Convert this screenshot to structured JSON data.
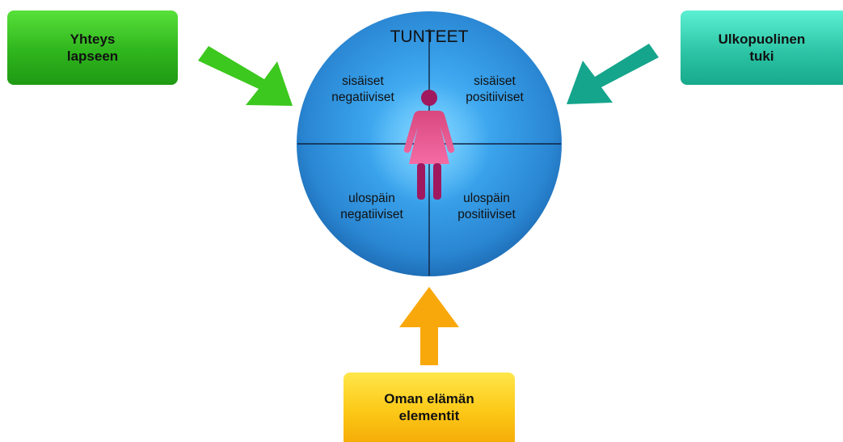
{
  "boxes": {
    "top_left": "Yhteys\nlapseen",
    "top_right": "Ulkopuolinen\ntuki",
    "bottom": "Oman elämän\nelementit"
  },
  "circle": {
    "title": "TUNTEET",
    "quadrants": {
      "top_left": [
        "sisäiset",
        "negatiiviset"
      ],
      "top_right": [
        "sisäiset",
        "positiiviset"
      ],
      "bottom_left": [
        "ulospäin",
        "negatiiviset"
      ],
      "bottom_right": [
        "ulospäin",
        "positiiviset"
      ]
    }
  },
  "colors": {
    "circle": "#2f8fd8",
    "arrow_green": "#3cc81e",
    "arrow_teal": "#14a58c",
    "arrow_orange": "#f9a80c",
    "figure": "#d8357f"
  }
}
